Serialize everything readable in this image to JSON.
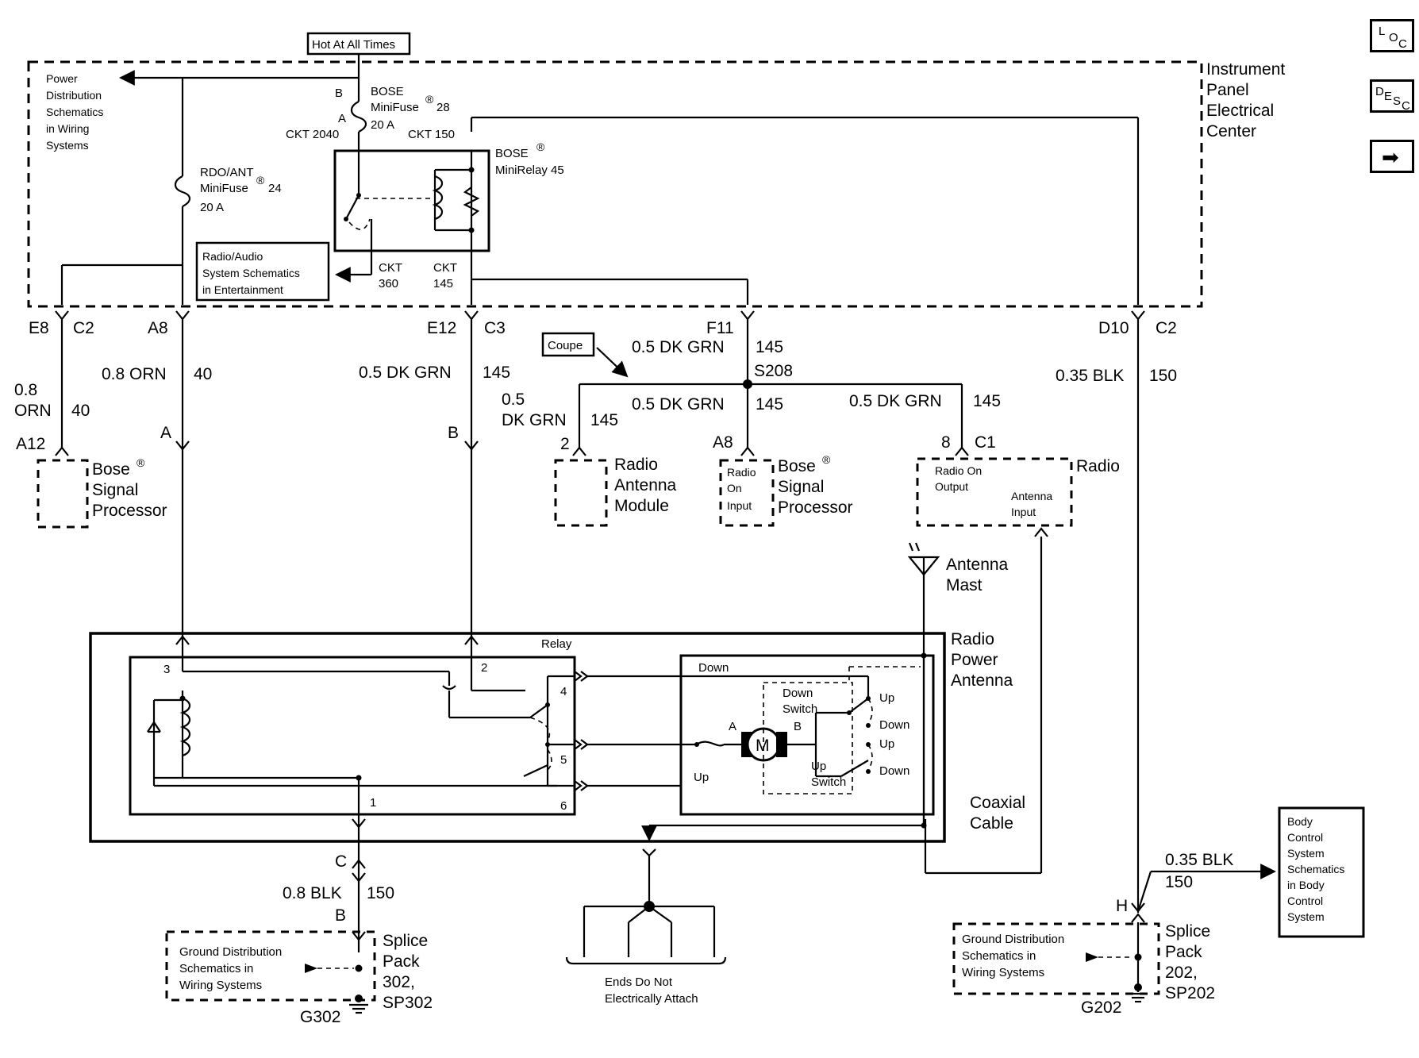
{
  "nav": {
    "loc": [
      "L",
      "O",
      "C"
    ],
    "desc": [
      "D",
      "E",
      "S",
      "C"
    ],
    "next": "➡"
  },
  "top": {
    "hot": "Hot At All Times",
    "power": [
      "Power",
      "Distribution",
      "Schematics",
      "in Wiring",
      "Systems"
    ],
    "ipec": [
      "Instrument",
      "Panel",
      "Electrical",
      "Center"
    ],
    "bose_fuse": [
      "BOSE",
      "MiniFuse",
      "28",
      "20 A"
    ],
    "rdo_fuse": [
      "RDO/ANT",
      "MiniFuse",
      "24",
      "20 A"
    ],
    "relay45": [
      "BOSE",
      "MiniRelay 45"
    ],
    "reg": "®",
    "pin_b": "B",
    "pin_a": "A",
    "ckt2040": "CKT 2040",
    "ckt150": "CKT 150",
    "radio_audio": [
      "Radio/Audio",
      "System Schematics",
      "in Entertainment"
    ],
    "ckt360": [
      "CKT",
      "360"
    ],
    "ckt145": [
      "CKT",
      "145"
    ]
  },
  "connectors": {
    "e8": "E8",
    "c2a": "C2",
    "a8": "A8",
    "e12": "E12",
    "c3": "C3",
    "f11": "F11",
    "d10": "D10",
    "c2b": "C2"
  },
  "wires": {
    "orn08": "0.8 ORN",
    "n40": "40",
    "orn08_a": "0.8",
    "orn08_b": "ORN",
    "n40b": "40",
    "dkgrn05": "0.5 DK GRN",
    "n145": "145",
    "blk035": "0.35 BLK",
    "n150": "150",
    "s208": "S208",
    "coupe": "Coupe",
    "dk_05": "0.5",
    "dk_grn": "DK GRN",
    "blk08": "0.8 BLK",
    "n150b": "150",
    "blk035b": "0.35 BLK",
    "n150c": "150"
  },
  "components": {
    "a12": "A12",
    "bose_sp": [
      "Bose",
      "Signal",
      "Processor"
    ],
    "pin_a": "A",
    "pin_b": "B",
    "pin2": "2",
    "ram": [
      "Radio",
      "Antenna",
      "Module"
    ],
    "a8b": "A8",
    "radio_on_input": [
      "Radio",
      "On",
      "Input"
    ],
    "bose_sp2": [
      "Bose",
      "Signal",
      "Processor"
    ],
    "pin8": "8",
    "c1": "C1",
    "radio_on_output": [
      "Radio On",
      "Output"
    ],
    "antenna_input": [
      "Antenna",
      "Input"
    ],
    "radio": "Radio",
    "mast": [
      "Antenna",
      "Mast"
    ],
    "rpa": [
      "Radio",
      "Power",
      "Antenna"
    ],
    "relay": "Relay",
    "coax": [
      "Coaxial",
      "Cable"
    ],
    "down": "Down",
    "up": "Up",
    "down_switch": [
      "Down",
      "Switch"
    ],
    "up_switch": [
      "Up",
      "Switch"
    ],
    "motor": "M",
    "ma": "A",
    "mb": "B",
    "sw_up1": "Up",
    "sw_down1": "Down",
    "sw_up2": "Up",
    "sw_down2": "Down",
    "r3": "3",
    "r2": "2",
    "r4": "4",
    "r5": "5",
    "r6": "6",
    "r1": "1"
  },
  "bottom": {
    "c": "C",
    "b": "B",
    "gd1": [
      "Ground Distribution",
      "Schematics in",
      "Wiring Systems"
    ],
    "sp302": [
      "Splice",
      "Pack",
      "302,",
      "SP302"
    ],
    "g302": "G302",
    "ends": [
      "Ends Do Not",
      "Electrically Attach"
    ],
    "h": "H",
    "gd2": [
      "Ground Distribution",
      "Schematics in",
      "Wiring Systems"
    ],
    "sp202": [
      "Splice",
      "Pack",
      "202,",
      "SP202"
    ],
    "g202": "G202",
    "bcs": [
      "Body",
      "Control",
      "System",
      "Schematics",
      "in Body",
      "Control",
      "System"
    ]
  }
}
